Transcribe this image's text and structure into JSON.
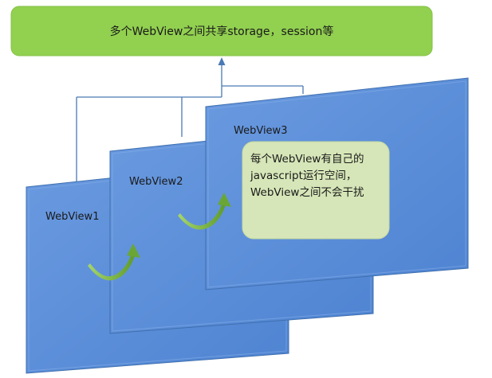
{
  "banner": {
    "text": "多个WebView之间共享storage，session等"
  },
  "panels": [
    {
      "label": "WebView1"
    },
    {
      "label": "WebView2"
    },
    {
      "label": "WebView3"
    }
  ],
  "note": {
    "lines": [
      "每个WebView有自己的",
      "javascript运行空间，",
      "WebView之间不会干扰"
    ]
  },
  "colors": {
    "banner_fill": "#92d050",
    "panel_fill": "#5b8fd9",
    "panel_edge": "#3f6fae",
    "connector": "#4a7ab5",
    "note_fill": "#d6e6b8",
    "arrow": "#7bb53c"
  }
}
